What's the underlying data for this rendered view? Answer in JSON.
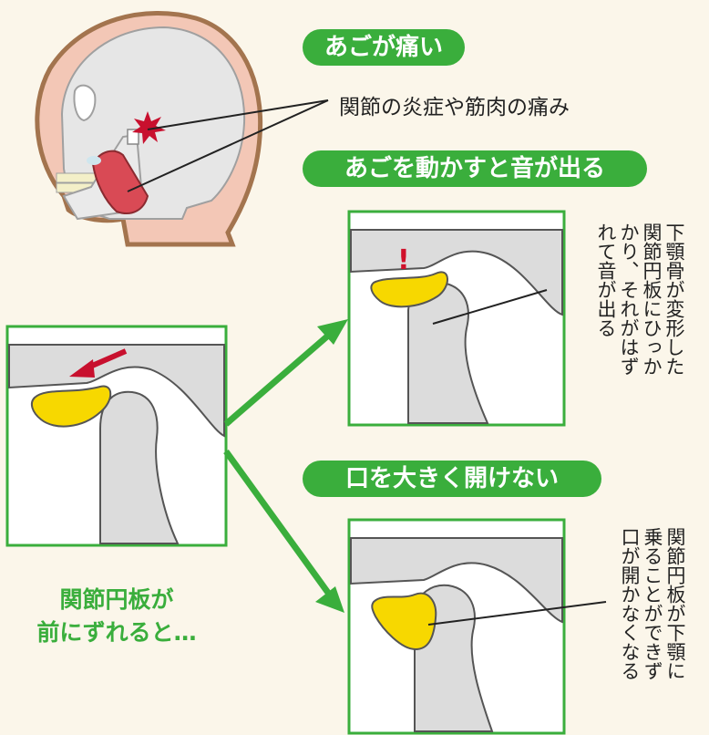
{
  "labels": {
    "jaw_pain": "あごが痛い",
    "inflammation": "関節の炎症や筋肉の痛み",
    "sound": "あごを動かすと音が出る",
    "cannot_open": "口を大きく開けない",
    "disc_forward_1": "関節円板が",
    "disc_forward_2": "前にずれると…",
    "sound_desc": [
      "下顎骨が変形した",
      "関節円板にひっか",
      "かり、それがはず",
      "れて音が出る"
    ],
    "open_desc": [
      "関節円板が下顎に",
      "乗ることができず",
      "口が開かなくなる"
    ],
    "alert": "!"
  },
  "colors": {
    "green": "#3aae3c",
    "disc_yellow": "#f7d800",
    "bone_gray": "#dcdcdc",
    "skin": "#f3c7b6",
    "muscle": "#d94a55",
    "pain_star": "#c8102e",
    "arrow_red": "#c8102e",
    "background": "#fbf6ea"
  }
}
